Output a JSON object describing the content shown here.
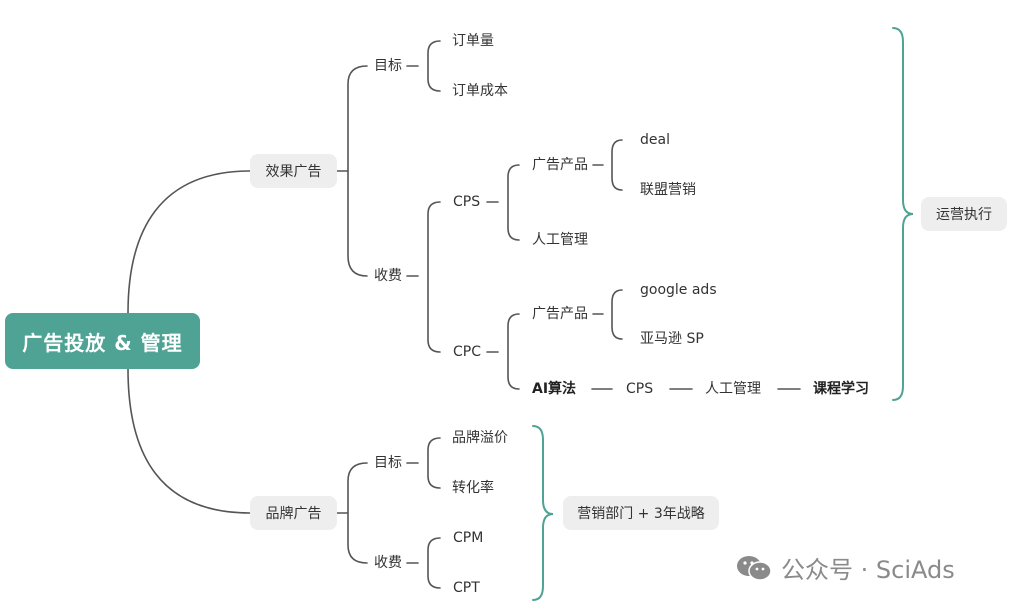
{
  "root": "广告投放 & 管理",
  "effect_ad": {
    "label": "效果广告",
    "goal": {
      "label": "目标",
      "items": [
        "订单量",
        "订单成本"
      ]
    },
    "fee": {
      "label": "收费",
      "cps": {
        "label": "CPS",
        "product": {
          "label": "广告产品",
          "items": [
            "deal",
            "联盟营销"
          ]
        },
        "manual": "人工管理"
      },
      "cpc": {
        "label": "CPC",
        "product": {
          "label": "广告产品",
          "items": [
            "google ads",
            "亚马逊 SP"
          ]
        },
        "chain": [
          "AI算法",
          "CPS",
          "人工管理",
          "课程学习"
        ]
      }
    },
    "bracket_label": "运营执行"
  },
  "brand_ad": {
    "label": "品牌广告",
    "goal": {
      "label": "目标",
      "items": [
        "品牌溢价",
        "转化率"
      ]
    },
    "fee": {
      "label": "收费",
      "items": [
        "CPM",
        "CPT"
      ]
    },
    "bracket_label": "营销部门 + 3年战略"
  },
  "watermark": "公众号 · SciAds",
  "colors": {
    "root_bg": "#4fa394",
    "bracket": "#4fa394",
    "line": "#555555",
    "pill_bg": "#eeeeee"
  }
}
